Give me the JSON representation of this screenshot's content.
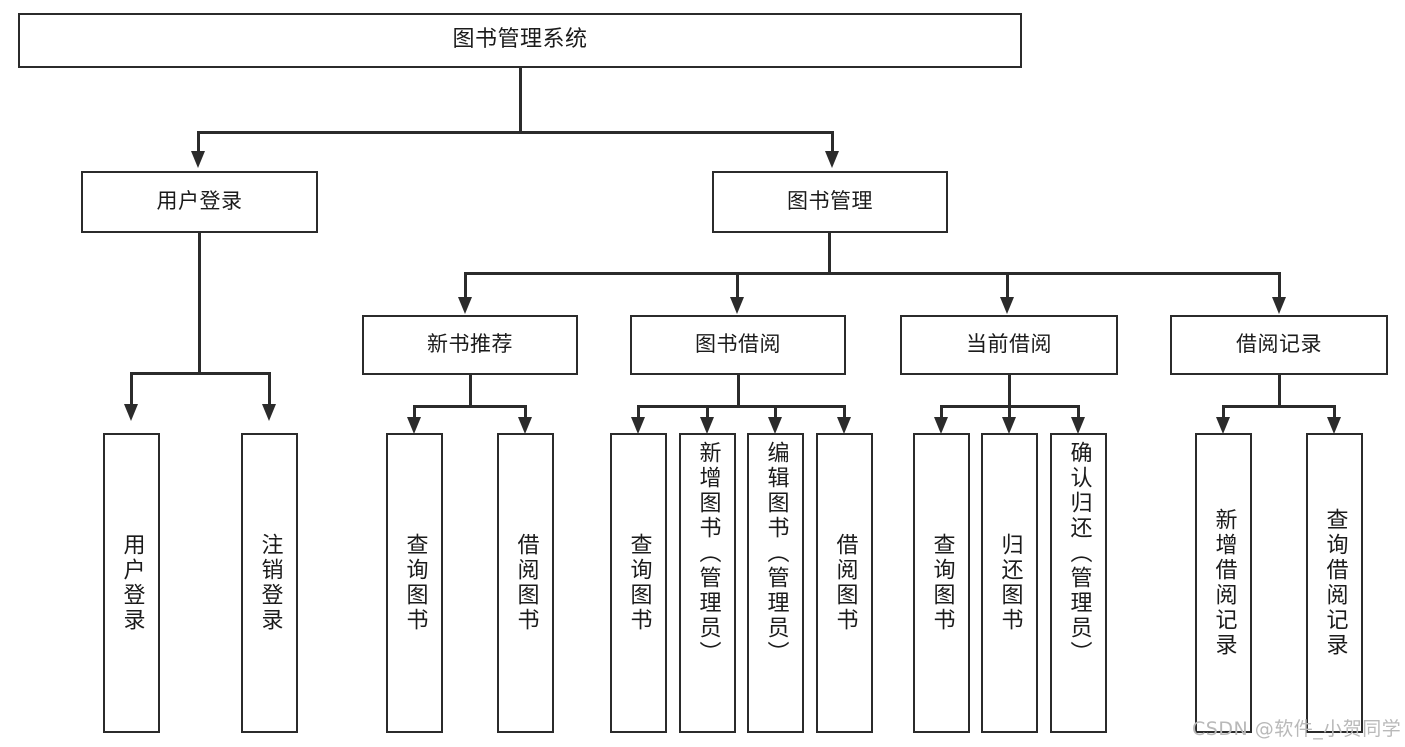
{
  "diagram": {
    "type": "tree-hierarchy",
    "title": "图书管理系统",
    "watermark": "CSDN @软件_小贺同学",
    "colors": {
      "stroke": "#2b2b2b",
      "fill": "#ffffff",
      "text": "#1b1b1b",
      "watermark": "#b9b9b9"
    },
    "root": {
      "label": "图书管理系统"
    },
    "level2": [
      {
        "id": "user-login",
        "label": "用户登录"
      },
      {
        "id": "book-manage",
        "label": "图书管理"
      }
    ],
    "level3": [
      {
        "id": "new-book-recommend",
        "label": "新书推荐",
        "parent": "book-manage"
      },
      {
        "id": "book-borrow",
        "label": "图书借阅",
        "parent": "book-manage"
      },
      {
        "id": "current-borrow",
        "label": "当前借阅",
        "parent": "book-manage"
      },
      {
        "id": "borrow-record",
        "label": "借阅记录",
        "parent": "book-manage"
      }
    ],
    "leaves": [
      {
        "id": "leaf-user-login",
        "label": "用户登录",
        "parent": "user-login"
      },
      {
        "id": "leaf-logout-login",
        "label": "注销登录",
        "parent": "user-login"
      },
      {
        "id": "leaf-query-book-1",
        "label": "查询图书",
        "parent": "new-book-recommend"
      },
      {
        "id": "leaf-borrow-book-1",
        "label": "借阅图书",
        "parent": "new-book-recommend"
      },
      {
        "id": "leaf-query-book-2",
        "label": "查询图书",
        "parent": "book-borrow"
      },
      {
        "id": "leaf-add-book",
        "label": "新增图书（管理员）",
        "parent": "book-borrow"
      },
      {
        "id": "leaf-edit-book",
        "label": "编辑图书（管理员）",
        "parent": "book-borrow"
      },
      {
        "id": "leaf-borrow-book-2",
        "label": "借阅图书",
        "parent": "book-borrow"
      },
      {
        "id": "leaf-query-book-3",
        "label": "查询图书",
        "parent": "current-borrow"
      },
      {
        "id": "leaf-return-book",
        "label": "归还图书",
        "parent": "current-borrow"
      },
      {
        "id": "leaf-confirm-return",
        "label": "确认归还（管理员）",
        "parent": "current-borrow"
      },
      {
        "id": "leaf-add-record",
        "label": "新增借阅记录",
        "parent": "borrow-record"
      },
      {
        "id": "leaf-query-record",
        "label": "查询借阅记录",
        "parent": "borrow-record"
      }
    ]
  }
}
